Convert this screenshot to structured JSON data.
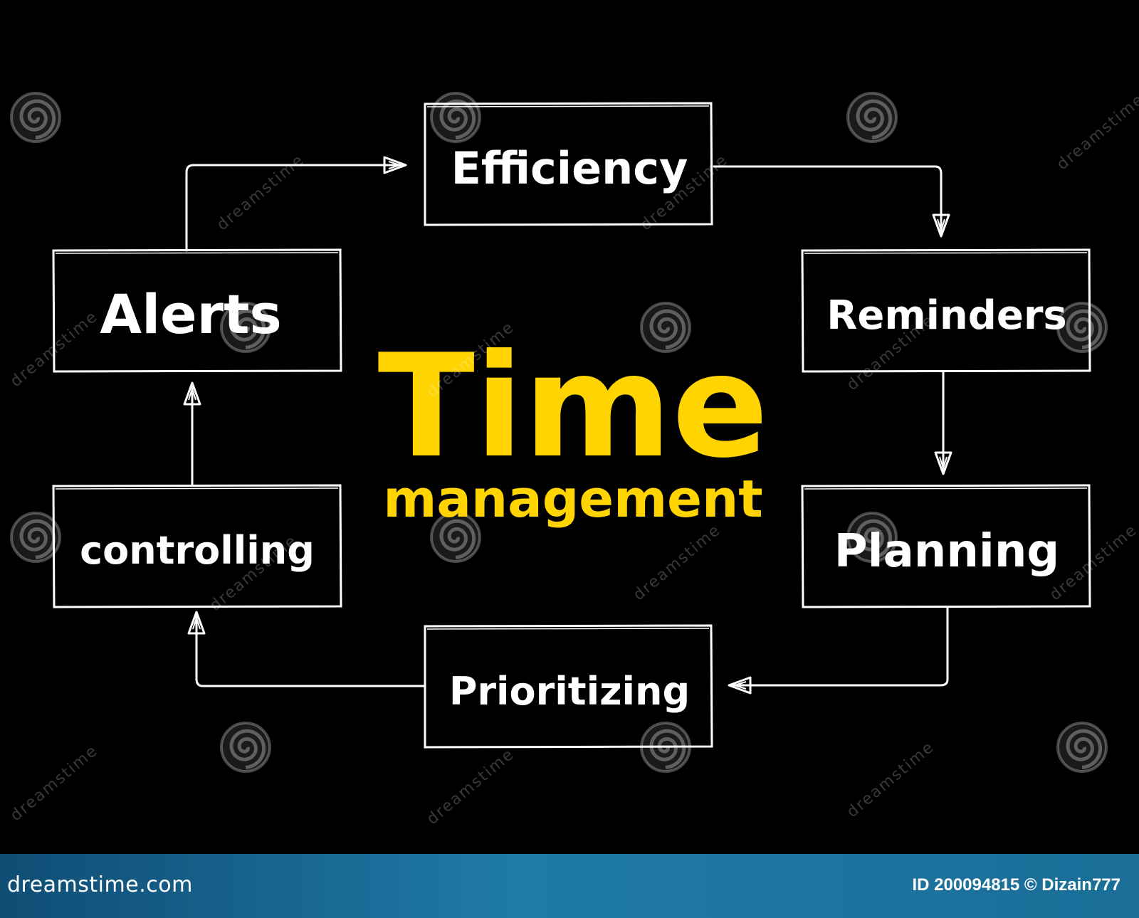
{
  "diagram": {
    "title": "Time",
    "subtitle": "management",
    "nodes": [
      {
        "id": "efficiency",
        "label": "Efficiency"
      },
      {
        "id": "reminders",
        "label": "Reminders"
      },
      {
        "id": "planning",
        "label": "Planning"
      },
      {
        "id": "prioritizing",
        "label": "Prioritizing"
      },
      {
        "id": "controlling",
        "label": "controlling"
      },
      {
        "id": "alerts",
        "label": "Alerts"
      }
    ],
    "edges": [
      {
        "from": "efficiency",
        "to": "reminders"
      },
      {
        "from": "reminders",
        "to": "planning"
      },
      {
        "from": "planning",
        "to": "prioritizing"
      },
      {
        "from": "prioritizing",
        "to": "controlling"
      },
      {
        "from": "controlling",
        "to": "alerts"
      },
      {
        "from": "alerts",
        "to": "efficiency"
      }
    ]
  },
  "colors": {
    "background": "#000000",
    "box_stroke": "#ffffff",
    "label": "#ffffff",
    "title": "#ffd400",
    "footer": "#1d6f9b"
  },
  "watermark": {
    "text": "dreamstime"
  },
  "footer": {
    "brand": "dreamstime.com",
    "id_text": "ID 200094815 © Dizain777"
  }
}
